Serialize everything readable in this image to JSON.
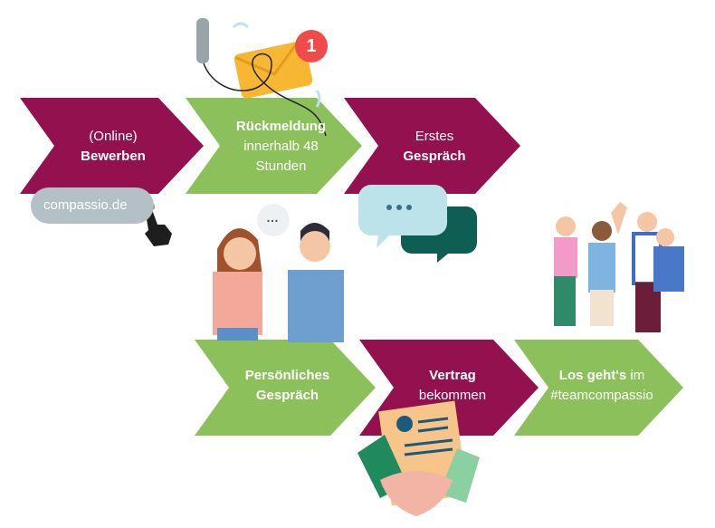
{
  "steps": [
    {
      "line1": "(Online)",
      "line2": "Bewerben",
      "color": "#93114f"
    },
    {
      "line1": "Rückmeldung",
      "line2": "innerhalb 48",
      "line3": "Stunden",
      "color": "#8bc05a"
    },
    {
      "line1": "Erstes",
      "line2": "Gespräch",
      "color": "#93114f"
    },
    {
      "line1": "Persönliches",
      "line2": "Gespräch",
      "color": "#8bc05a"
    },
    {
      "line1": "Vertrag",
      "line2": "bekommen",
      "color": "#93114f"
    },
    {
      "line1a": "Los geht's",
      "line1b": " im",
      "line2": "#teamcompassio",
      "color": "#8bc05a"
    }
  ],
  "website": "compassio.de",
  "notification_count": "1",
  "speech_dots": "…"
}
